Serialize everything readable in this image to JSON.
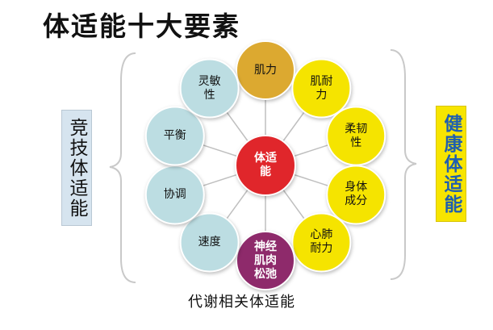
{
  "title": "体适能十大要素",
  "left_label": "竞技体适能",
  "right_label": "健康体适能",
  "bottom_label": "代谢相关体适能",
  "center": {
    "label": "体适\n能",
    "color": "#e0262b"
  },
  "nodes": [
    {
      "id": "jili",
      "label": "肌力",
      "color": "#dca930",
      "text_color": "#111111"
    },
    {
      "id": "jinaili",
      "label": "肌耐\n力",
      "color": "#f5e400",
      "text_color": "#111111"
    },
    {
      "id": "rouren",
      "label": "柔韧\n性",
      "color": "#f5e400",
      "text_color": "#111111"
    },
    {
      "id": "shenti",
      "label": "身体\n成分",
      "color": "#f5e400",
      "text_color": "#111111"
    },
    {
      "id": "xinfei",
      "label": "心肺\n耐力",
      "color": "#f5e400",
      "text_color": "#111111"
    },
    {
      "id": "shenjing",
      "label": "神经\n肌肉\n松弛",
      "color": "#8e2a6b",
      "text_color": "#ffffff"
    },
    {
      "id": "sudu",
      "label": "速度",
      "color": "#bcdde2",
      "text_color": "#111111"
    },
    {
      "id": "xietiao",
      "label": "协调",
      "color": "#bcdde2",
      "text_color": "#111111"
    },
    {
      "id": "pingheng",
      "label": "平衡",
      "color": "#bcdde2",
      "text_color": "#111111"
    },
    {
      "id": "lingmin",
      "label": "灵敏\n性",
      "color": "#bcdde2",
      "text_color": "#111111"
    }
  ]
}
